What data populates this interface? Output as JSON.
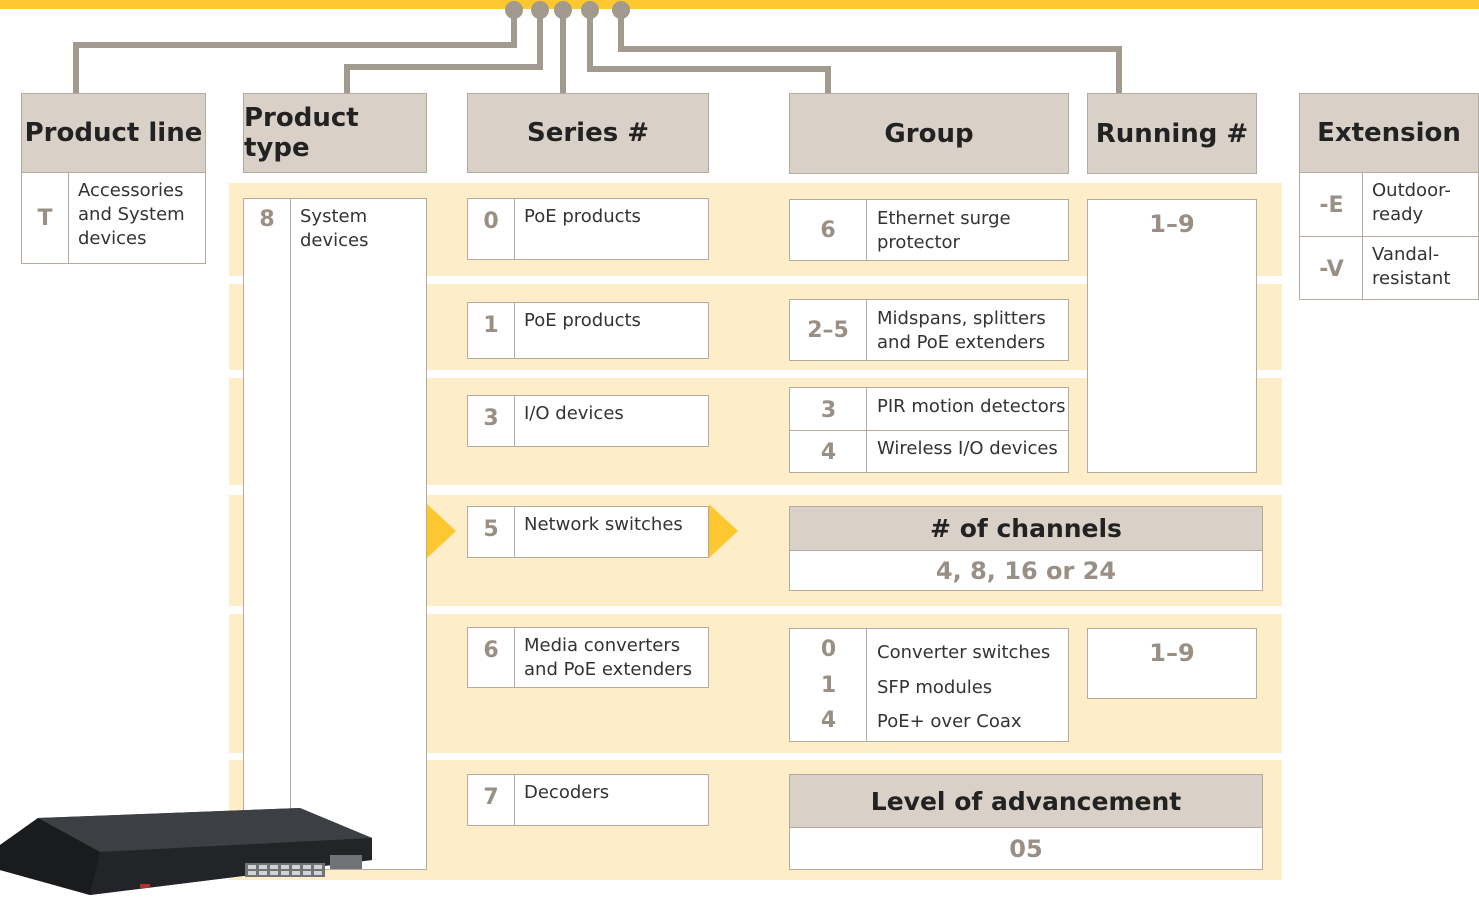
{
  "headers": {
    "product_line": "Product line",
    "product_type": "Product type",
    "series": "Series #",
    "group": "Group",
    "running": "Running #",
    "extension": "Extension"
  },
  "product_line": {
    "code": "T",
    "label": "Accessories and System devices"
  },
  "product_type": {
    "code": "8",
    "label": "System devices"
  },
  "series": [
    {
      "code": "0",
      "label": "PoE products"
    },
    {
      "code": "1",
      "label": "PoE products"
    },
    {
      "code": "3",
      "label": "I/O devices"
    },
    {
      "code": "5",
      "label": "Network switches"
    },
    {
      "code": "6",
      "label": "Media converters and PoE extenders"
    },
    {
      "code": "7",
      "label": "Decoders"
    }
  ],
  "groups": {
    "g0": {
      "code": "6",
      "label": "Ethernet surge protector"
    },
    "g1": {
      "code": "2–5",
      "label": "Midspans, splitters and PoE extenders"
    },
    "g3a": {
      "code": "3",
      "label": "PIR motion detectors"
    },
    "g3b": {
      "code": "4",
      "label": "Wireless I/O devices"
    },
    "g6": [
      {
        "code": "0",
        "label": "Converter switches"
      },
      {
        "code": "1",
        "label": "SFP modules"
      },
      {
        "code": "4",
        "label": "PoE+ over Coax"
      }
    ]
  },
  "running": {
    "top": "1–9",
    "media": "1–9"
  },
  "channels": {
    "title": "# of channels",
    "value": "4, 8, 16 or 24"
  },
  "advancement": {
    "title": "Level of advancement",
    "value": "05"
  },
  "extension": [
    {
      "code": "-E",
      "label": "Outdoor-ready"
    },
    {
      "code": "-V",
      "label": "Vandal-resistant"
    }
  ],
  "colors": {
    "accent": "#fdc82f",
    "band": "#fdedc8",
    "header": "#d9d0c7",
    "connector": "#a39a8f",
    "code_text": "#9a8f85"
  }
}
